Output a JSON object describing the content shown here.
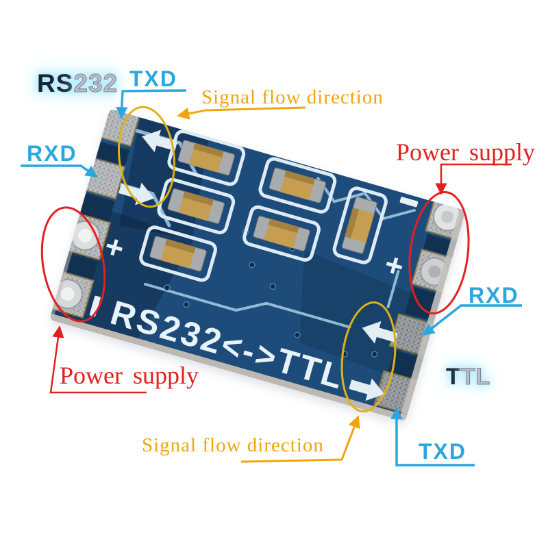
{
  "labels": {
    "rs232": {
      "full": "RS232",
      "dark": "RS",
      "light": "232"
    },
    "ttl": {
      "full": "TTL",
      "dark": "T",
      "light": "TL"
    },
    "txd_top": "TXD",
    "rxd_left": "RXD",
    "signal_flow_top": "Signal flow direction",
    "power_supply_right": "Power supply",
    "rxd_right": "RXD",
    "txd_bottom": "TXD",
    "signal_flow_bottom": "Signal flow direction",
    "power_supply_left": "Power supply"
  },
  "pcb": {
    "silkscreen_title": "RS232<->TTL",
    "plus_mark": "+"
  },
  "colors": {
    "cyan_label": "#29A7DE",
    "orange_annotation": "#F0A50A",
    "red_annotation": "#E32020",
    "yellow_ellipse": "#DDB117",
    "pcb_blue": "#1E4C7A",
    "silkscreen_white": "#E8F2F9"
  }
}
